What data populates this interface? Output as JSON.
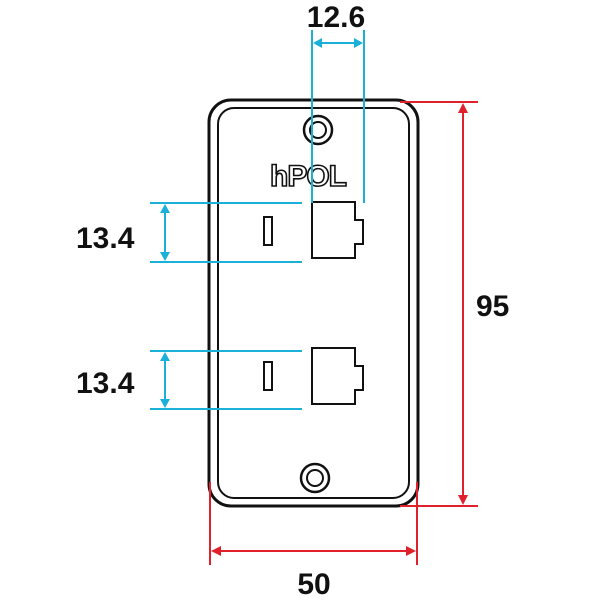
{
  "brand": {
    "logo_text": "hPOL"
  },
  "dimensions": {
    "port_width": "12.6",
    "port1_height": "13.4",
    "port2_height": "13.4",
    "plate_height": "95",
    "plate_width": "50"
  },
  "colors": {
    "plate_outline": "#111111",
    "cyan_dimension": "#1ab0d8",
    "red_dimension": "#e0202a"
  }
}
